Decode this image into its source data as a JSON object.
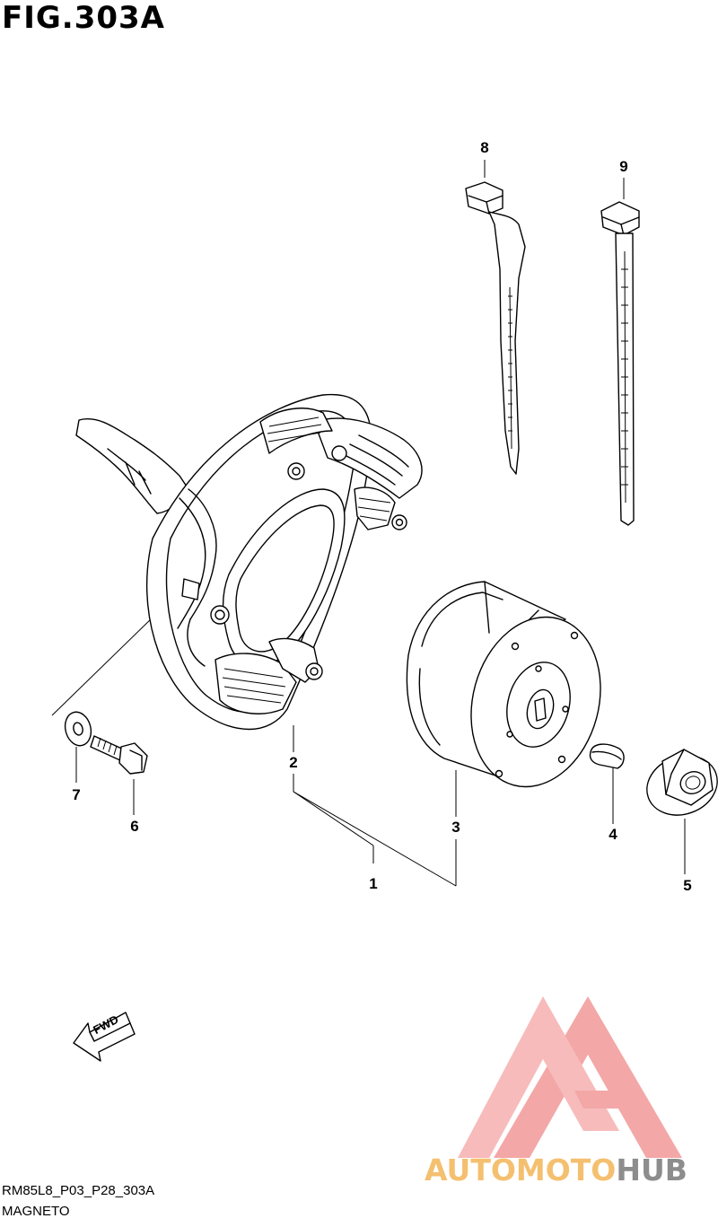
{
  "figure": {
    "title": "FIG.303A",
    "code": "RM85L8_P03_P28_303A",
    "caption": "MAGNETO"
  },
  "callouts": [
    {
      "id": "1",
      "label": "1"
    },
    {
      "id": "2",
      "label": "2"
    },
    {
      "id": "3",
      "label": "3"
    },
    {
      "id": "4",
      "label": "4"
    },
    {
      "id": "5",
      "label": "5"
    },
    {
      "id": "6",
      "label": "6"
    },
    {
      "id": "7",
      "label": "7"
    },
    {
      "id": "8",
      "label": "8"
    },
    {
      "id": "9",
      "label": "9"
    }
  ],
  "direction_arrow": {
    "label": "FWD"
  },
  "watermark": {
    "text_accent": "AUTOMOTO",
    "text_plain": "HUB",
    "color_accent": "#f4c070",
    "color_plain": "#8d8d8d",
    "logo_color": "#f08a8a"
  }
}
